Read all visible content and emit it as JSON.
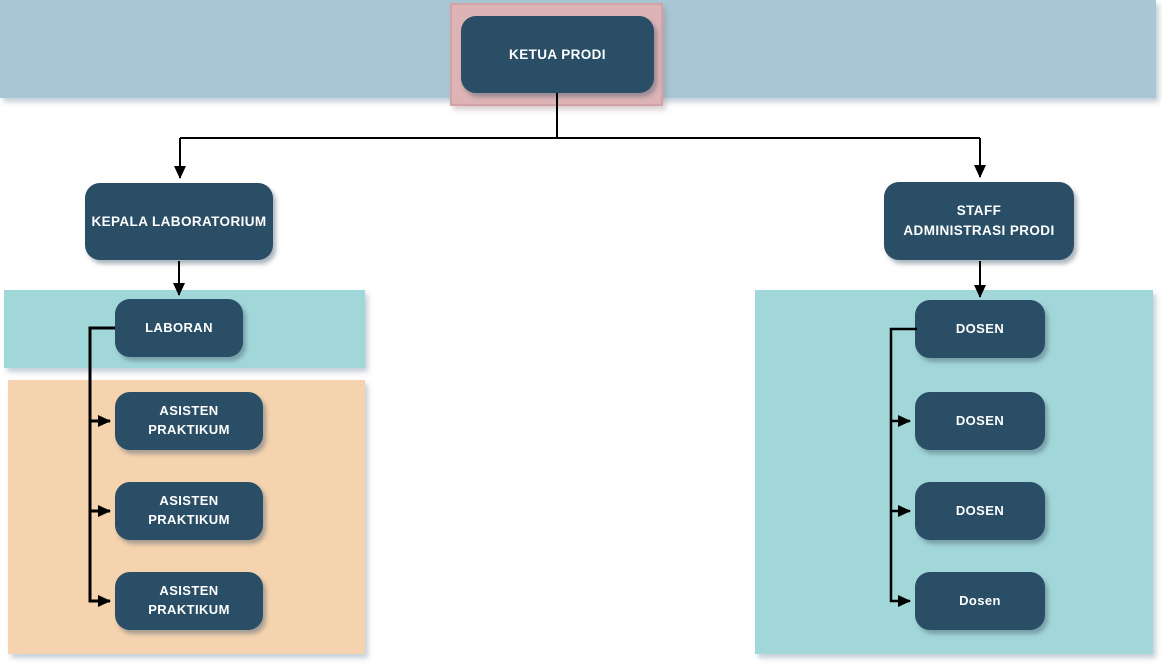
{
  "org": {
    "root": {
      "label": "KETUA PRODI"
    },
    "level2": [
      {
        "label": "KEPALA LABORATORIUM"
      },
      {
        "label": "STAFF\nADMINISTRASI PRODI"
      }
    ],
    "laboran": {
      "label": "LABORAN"
    },
    "asisten": [
      {
        "label": "ASISTEN\nPRAKTIKUM"
      },
      {
        "label": "ASISTEN\nPRAKTIKUM"
      },
      {
        "label": "ASISTEN\nPRAKTIKUM"
      }
    ],
    "dosen": [
      {
        "label": "DOSEN"
      },
      {
        "label": "DOSEN"
      },
      {
        "label": "DOSEN"
      },
      {
        "label": "Dosen"
      }
    ]
  },
  "colors": {
    "node_fill": "#294e66",
    "node_text": "#ffffff",
    "root_panel": "#ddb3b5",
    "root_panel_border": "#d2a3a6",
    "band_level2": "#a9c6d5",
    "band_teal": "#a2d7d9",
    "band_orange": "#f5d3ae",
    "connector": "#000000",
    "background": "#ffffff"
  }
}
